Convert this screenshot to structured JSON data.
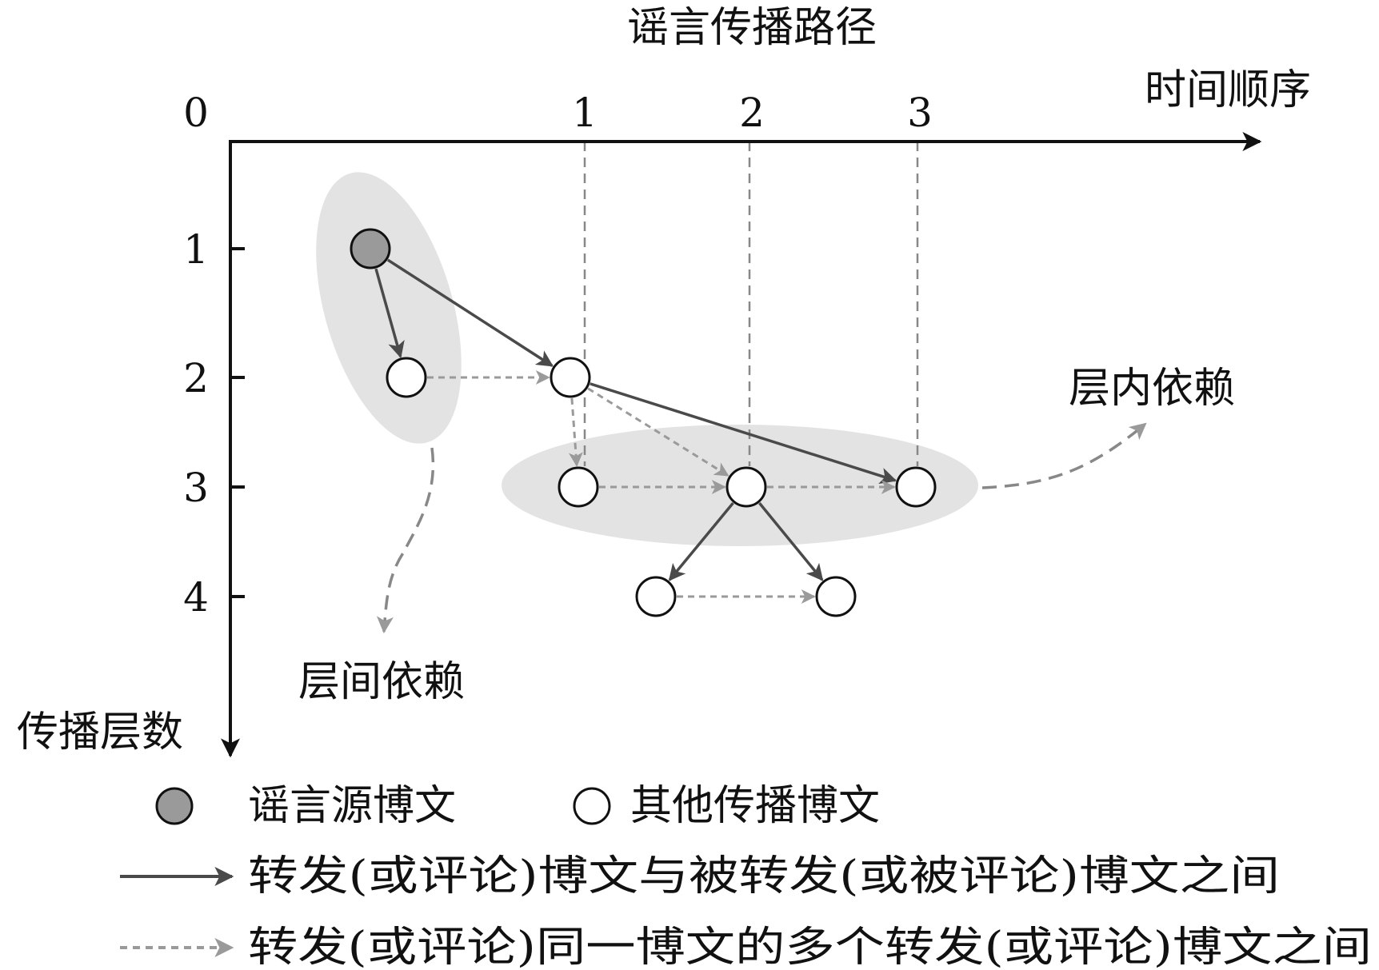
{
  "title": "谣言传播路径",
  "x_axis": {
    "label": "时间顺序",
    "origin": "0",
    "ticks": [
      "1",
      "2",
      "3"
    ]
  },
  "y_axis": {
    "label": "传播层数",
    "ticks": [
      "1",
      "2",
      "3",
      "4"
    ]
  },
  "annotations": {
    "intra_layer": "层内依赖",
    "inter_layer": "层间依赖"
  },
  "legend": {
    "source_post": "谣言源博文",
    "other_post": "其他传播博文",
    "solid_arrow": "转发(或评论)博文与被转发(或被评论)博文之间",
    "dashed_arrow": "转发(或评论)同一博文的多个转发(或评论)博文之间"
  },
  "colors": {
    "source_fill": "#9a9a9a",
    "node_fill": "#ffffff",
    "solid_edge": "#4a4a4a",
    "dashed_edge": "#9a9a9a",
    "highlight": "#e3e3e3",
    "axis": "#111111"
  },
  "nodes": [
    {
      "id": "s",
      "layer": 1,
      "kind": "source"
    },
    {
      "id": "a",
      "layer": 2,
      "kind": "other"
    },
    {
      "id": "b",
      "layer": 2,
      "kind": "other"
    },
    {
      "id": "c",
      "layer": 3,
      "kind": "other"
    },
    {
      "id": "d",
      "layer": 3,
      "kind": "other"
    },
    {
      "id": "e",
      "layer": 3,
      "kind": "other"
    },
    {
      "id": "f",
      "layer": 4,
      "kind": "other"
    },
    {
      "id": "g",
      "layer": 4,
      "kind": "other"
    }
  ],
  "edges": [
    {
      "from": "s",
      "to": "a",
      "style": "solid"
    },
    {
      "from": "s",
      "to": "b",
      "style": "solid"
    },
    {
      "from": "b",
      "to": "e",
      "style": "solid"
    },
    {
      "from": "d",
      "to": "f",
      "style": "solid"
    },
    {
      "from": "d",
      "to": "g",
      "style": "solid"
    },
    {
      "from": "a",
      "to": "b",
      "style": "dashed"
    },
    {
      "from": "b",
      "to": "c",
      "style": "dashed"
    },
    {
      "from": "b",
      "to": "d",
      "style": "dashed"
    },
    {
      "from": "c",
      "to": "d",
      "style": "dashed"
    },
    {
      "from": "d",
      "to": "e",
      "style": "dashed"
    },
    {
      "from": "f",
      "to": "g",
      "style": "dashed"
    }
  ]
}
